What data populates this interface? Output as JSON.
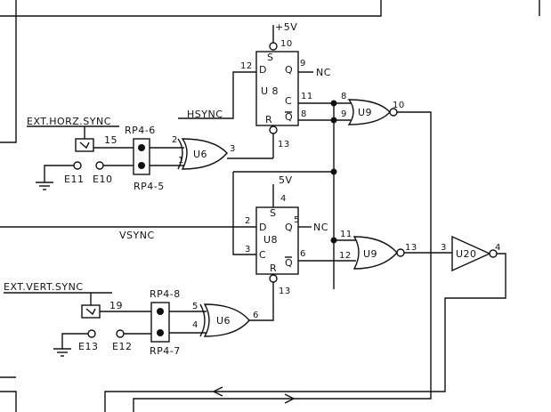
{
  "colors": {
    "ink": "#111111",
    "paper": "#ffffff"
  },
  "power": {
    "vcc_top": "+5V",
    "vcc_bottom": "5V"
  },
  "flipflops": {
    "top": {
      "name": "U 8",
      "pins": {
        "s": "S",
        "d": "D",
        "q": "Q",
        "c": "C",
        "qbar": "Q",
        "r": "R"
      },
      "pin_numbers": {
        "s": "10",
        "d": "12",
        "q": "9",
        "c": "11",
        "qbar": "8",
        "r": "13"
      },
      "nc": "NC"
    },
    "bottom": {
      "name": "U8",
      "pins": {
        "s": "S",
        "d": "D",
        "q": "Q",
        "c": "C",
        "qbar": "Q",
        "r": "R"
      },
      "pin_numbers": {
        "s": "4",
        "d": "2",
        "q": "5",
        "c": "3",
        "qbar": "6",
        "r": "13"
      },
      "nc": "NC"
    }
  },
  "signals": {
    "hsync": "HSYNC",
    "vsync": "VSYNC"
  },
  "nor_gates": {
    "top": {
      "name": "U9",
      "in1": "8",
      "in2": "9",
      "out": "10"
    },
    "bottom": {
      "name": "U9",
      "in1": "11",
      "in2": "12",
      "out": "13"
    }
  },
  "xor_gates": {
    "top": {
      "name": "U6",
      "in1": "2",
      "in2": "1",
      "out": "3"
    },
    "bottom": {
      "name": "U6",
      "in1": "5",
      "in2": "4",
      "out": "6"
    }
  },
  "buffer": {
    "name": "U20",
    "in": "3",
    "out": "4"
  },
  "ext_sync": {
    "horz": {
      "label": "EXT.HORZ.SYNC",
      "pin": "15"
    },
    "vert": {
      "label": "EXT.VERT.SYNC",
      "pin": "19"
    }
  },
  "jumpers": {
    "top": {
      "upper": "RP4-6",
      "lower": "RP4-5"
    },
    "bottom": {
      "upper": "RP4-8",
      "lower": "RP4-7"
    }
  },
  "test_points": {
    "top": {
      "gnd": "E11",
      "sig": "E10"
    },
    "bottom": {
      "gnd": "E13",
      "sig": "E12"
    }
  }
}
